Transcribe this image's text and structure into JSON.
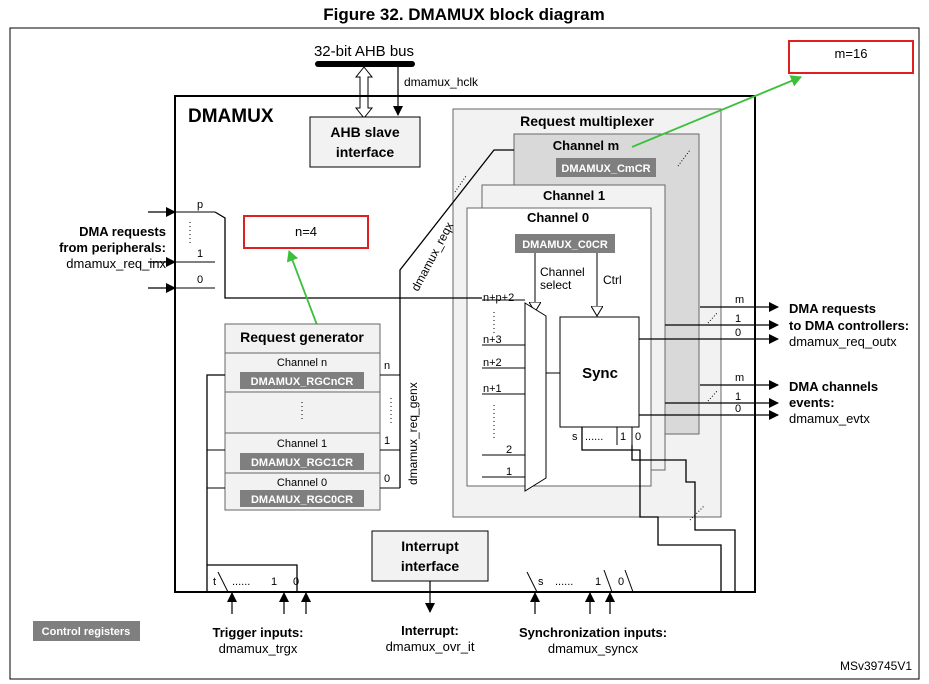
{
  "title": "Figure 32. DMAMUX block diagram",
  "bus": {
    "label": "32-bit AHB bus",
    "clock": "dmamux_hclk"
  },
  "dmamux_title": "DMAMUX",
  "ahb_slave": [
    "AHB slave",
    "interface"
  ],
  "request_multiplexer": {
    "title": "Request multiplexer",
    "channel_m": "Channel m",
    "reg_m": "DMAMUX_CmCR",
    "channel_1": "Channel 1",
    "channel_0": "Channel 0",
    "reg_0": "DMAMUX_C0CR",
    "channel_select": [
      "Channel",
      "select"
    ],
    "ctrl": "Ctrl",
    "sync": "Sync",
    "mux_inputs": [
      "n+p+2",
      "n+3",
      "n+2",
      "n+1",
      "2",
      "1"
    ],
    "sync_inputs": [
      "s",
      "......",
      "1",
      "0"
    ]
  },
  "annot_m": "m=16",
  "annot_n": "n=4",
  "dma_requests_in": {
    "label": [
      "DMA requests",
      "from peripherals:"
    ],
    "signal": "dmamux_req_inx",
    "idx": [
      "p",
      "1",
      "0"
    ]
  },
  "request_generator": {
    "title": "Request generator",
    "channel_n": "Channel n",
    "reg_n": "DMAMUX_RGCnCR",
    "channel_1": "Channel 1",
    "reg_1": "DMAMUX_RGC1CR",
    "channel_0": "Channel 0",
    "reg_0": "DMAMUX_RGC0CR",
    "out_idx": [
      "n",
      "1",
      "0"
    ],
    "bus_label": "dmamux_req_genx"
  },
  "reqx_label": "dmamux_reqx",
  "outputs": {
    "requests_label": [
      "DMA requests",
      "to DMA controllers:"
    ],
    "requests_signal": "dmamux_req_outx",
    "requests_idx": [
      "m",
      "1",
      "0"
    ],
    "events_label": [
      "DMA channels",
      "events:"
    ],
    "events_signal": "dmamux_evtx",
    "events_idx": [
      "m",
      "1",
      "0"
    ]
  },
  "interrupt_block": [
    "Interrupt",
    "interface"
  ],
  "trigger_idx": [
    "t",
    "......",
    "1",
    "0"
  ],
  "sync_idx": [
    "s",
    "......",
    "1",
    "0"
  ],
  "bottom": {
    "trigger": [
      "Trigger inputs:",
      "dmamux_trgx"
    ],
    "interrupt": [
      "Interrupt:",
      "dmamux_ovr_it"
    ],
    "sync": [
      "Synchronization inputs:",
      "dmamux_syncx"
    ]
  },
  "control_registers": "Control registers",
  "code": "MSv39745V1",
  "colors": {
    "gray_box": "#7f7f7f",
    "light_fill": "#f2f2f2",
    "mid_fill": "#d9d9d9",
    "annot": "#e02020",
    "arrow": "#3cc03c"
  }
}
